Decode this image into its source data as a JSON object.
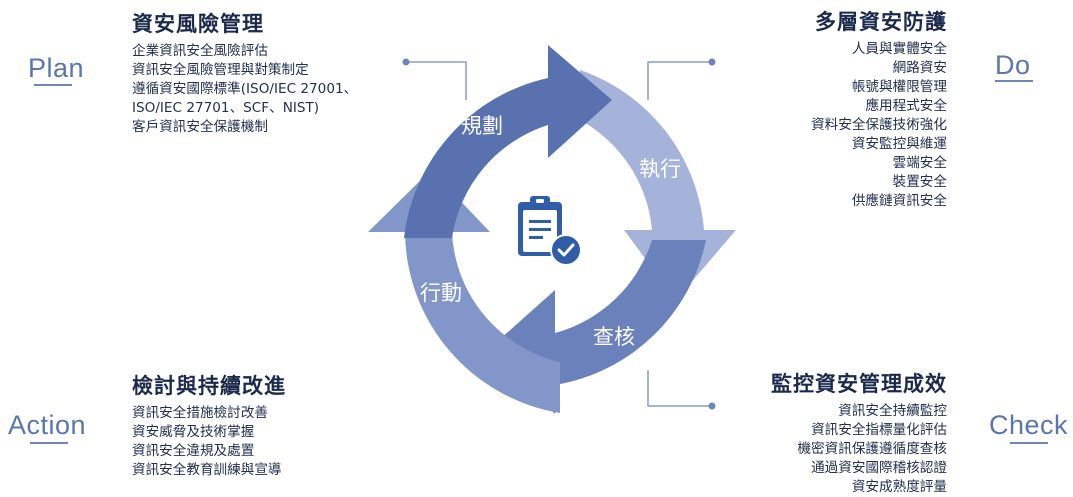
{
  "phases": {
    "plan": "Plan",
    "do": "Do",
    "check": "Check",
    "action": "Action"
  },
  "cycle": {
    "plan_label": "規劃",
    "do_label": "執行",
    "check_label": "查核",
    "action_label": "行動",
    "center_icon": "clipboard-check-icon"
  },
  "plan_block": {
    "title": "資安風險管理",
    "items": [
      "企業資訊安全風險評估",
      "資訊安全風險管理與對策制定",
      "遵循資安國際標準(ISO/IEC 27001、",
      "ISO/IEC 27701、SCF、NIST)",
      "客戶資訊安全保護機制"
    ]
  },
  "do_block": {
    "title": "多層資安防護",
    "items": [
      "人員與實體安全",
      "網路資安",
      "帳號與權限管理",
      "應用程式安全",
      "資料安全保護技術強化",
      "資安監控與維運",
      "雲端安全",
      "裝置安全",
      "供應鏈資訊安全"
    ]
  },
  "check_block": {
    "title": "監控資安管理成效",
    "items": [
      "資訊安全持續監控",
      "資訊安全指標量化評估",
      "機密資訊保護遵循度查核",
      "通過資安國際稽核認證",
      "資安成熟度評量"
    ]
  },
  "action_block": {
    "title": "檢討與持續改進",
    "items": [
      "資訊安全措施檢討改善",
      "資安威脅及技術掌握",
      "資訊安全違規及處置",
      "資訊安全教育訓練與宣導"
    ]
  },
  "colors": {
    "plan": "#5b72b0",
    "do": "#a3b1d8",
    "check": "#6a80bb",
    "action": "#8094c8",
    "accent": "#2f5da8"
  }
}
